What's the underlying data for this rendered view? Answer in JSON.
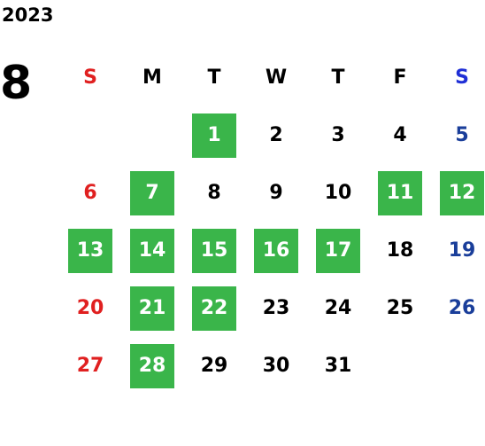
{
  "header": {
    "year": "2023",
    "month": "8"
  },
  "colors": {
    "sunday": "#e02020",
    "saturday": "#1a3e9a",
    "weekday": "#000000",
    "highlight_bg": "#3ab54a",
    "highlight_text": "#ffffff"
  },
  "weekdays": [
    "S",
    "M",
    "T",
    "W",
    "T",
    "F",
    "S"
  ],
  "leading_blanks": 2,
  "days": [
    {
      "label": "1",
      "highlighted": true
    },
    {
      "label": "2",
      "highlighted": false
    },
    {
      "label": "3",
      "highlighted": false
    },
    {
      "label": "4",
      "highlighted": false
    },
    {
      "label": "5",
      "highlighted": false
    },
    {
      "label": "6",
      "highlighted": false
    },
    {
      "label": "7",
      "highlighted": true
    },
    {
      "label": "8",
      "highlighted": false
    },
    {
      "label": "9",
      "highlighted": false
    },
    {
      "label": "10",
      "highlighted": false
    },
    {
      "label": "11",
      "highlighted": true
    },
    {
      "label": "12",
      "highlighted": true
    },
    {
      "label": "13",
      "highlighted": true
    },
    {
      "label": "14",
      "highlighted": true
    },
    {
      "label": "15",
      "highlighted": true
    },
    {
      "label": "16",
      "highlighted": true
    },
    {
      "label": "17",
      "highlighted": true
    },
    {
      "label": "18",
      "highlighted": false
    },
    {
      "label": "19",
      "highlighted": false
    },
    {
      "label": "20",
      "highlighted": false
    },
    {
      "label": "21",
      "highlighted": true
    },
    {
      "label": "22",
      "highlighted": true
    },
    {
      "label": "23",
      "highlighted": false
    },
    {
      "label": "24",
      "highlighted": false
    },
    {
      "label": "25",
      "highlighted": false
    },
    {
      "label": "26",
      "highlighted": false
    },
    {
      "label": "27",
      "highlighted": false
    },
    {
      "label": "28",
      "highlighted": true
    },
    {
      "label": "29",
      "highlighted": false
    },
    {
      "label": "30",
      "highlighted": false
    },
    {
      "label": "31",
      "highlighted": false
    }
  ]
}
